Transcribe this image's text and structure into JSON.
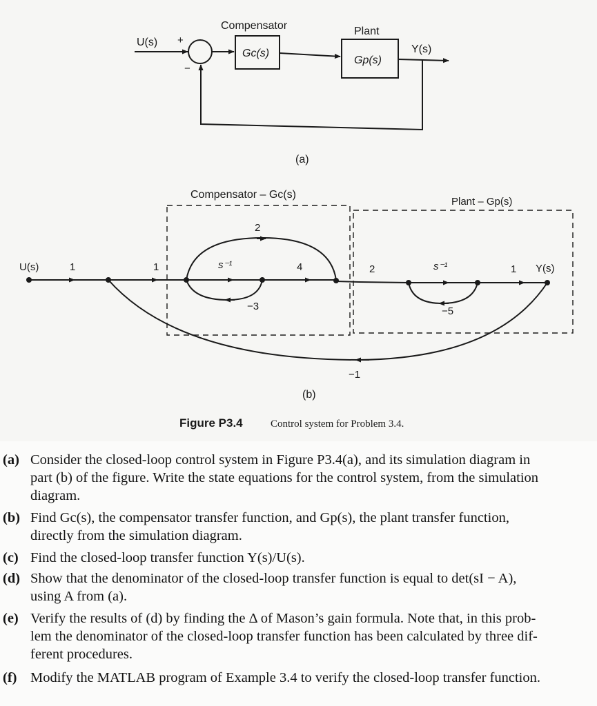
{
  "figure_a": {
    "compensator_title": "Compensator",
    "plant_title": "Plant",
    "input_label": "U(s)",
    "plus_sign": "+",
    "minus_sign": "−",
    "gc_block": "Gc(s)",
    "gp_block": "Gp(s)",
    "output_label": "Y(s)",
    "caption": "(a)"
  },
  "figure_b": {
    "compensator_title": "Compensator – Gc(s)",
    "plant_title": "Plant – Gp(s)",
    "input_label": "U(s)",
    "output_label": "Y(s)",
    "gain_input": "1",
    "gain_into_comp": "1",
    "gain_upper_arc": "2",
    "gain_integrator_1": "s⁻¹",
    "gain_comp_out": "4",
    "gain_feedback_comp": "−3",
    "gain_into_plant": "2",
    "gain_integrator_2": "s⁻¹",
    "gain_plant_out": "1",
    "gain_feedback_plant": "−5",
    "gain_outer_feedback": "−1",
    "caption": "(b)"
  },
  "figure_caption": {
    "label": "Figure P3.4",
    "text": "Control system for Problem 3.4."
  },
  "problems": [
    {
      "label": "(a)",
      "lines": [
        "Consider the closed-loop control system in Figure P3.4(a), and its simulation diagram in",
        "part (b) of the figure. Write the state equations for the control system, from the simulation",
        "diagram."
      ]
    },
    {
      "label": "(b)",
      "lines": [
        "Find Gc(s), the compensator transfer function, and Gp(s), the plant transfer function,",
        "directly from the simulation diagram."
      ]
    },
    {
      "label": "(c)",
      "lines": [
        "Find the closed-loop transfer function Y(s)/U(s)."
      ]
    },
    {
      "label": "(d)",
      "lines": [
        "Show that the denominator of the closed-loop transfer function is equal to det(sI − A),",
        "using A from (a)."
      ]
    },
    {
      "label": "(e)",
      "lines": [
        "Verify the results of (d) by finding the Δ of Mason’s gain formula. Note that, in this prob-",
        "lem the denominator of the closed-loop transfer function has been calculated by three dif-",
        "ferent procedures."
      ]
    },
    {
      "label": "(f)",
      "lines": [
        "Modify the MATLAB program of Example 3.4 to verify the closed-loop transfer function."
      ]
    }
  ]
}
